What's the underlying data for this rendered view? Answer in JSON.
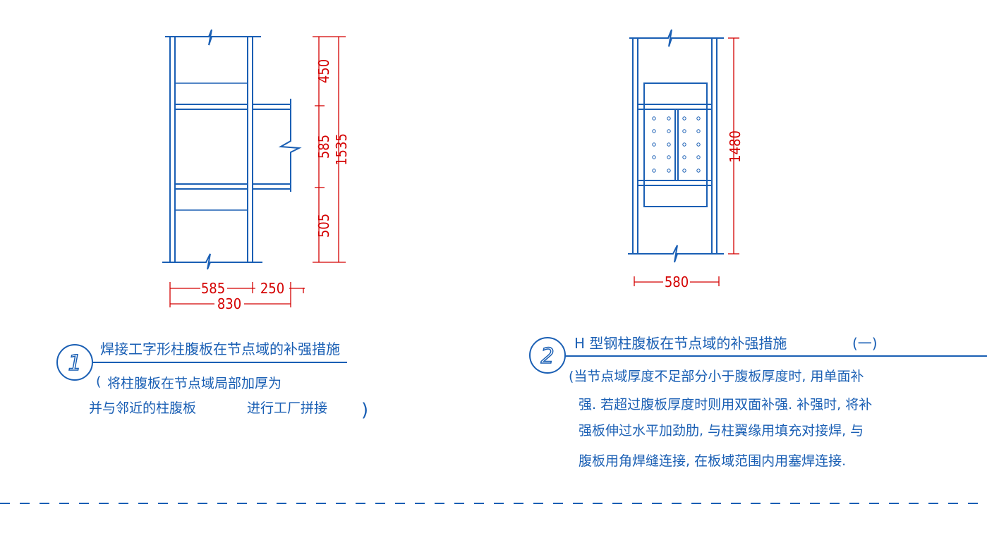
{
  "detail1": {
    "number": "1",
    "title": "焊接工字形柱腹板在节点域的补强措施",
    "note_line1": "将柱腹板在节点域局部加厚为",
    "note_line2a": "并与邻近的柱腹板",
    "note_line2b": "进行工厂拼接",
    "open_paren": "(",
    "close_paren": ")",
    "dims": {
      "v_top": "450",
      "v_mid": "585",
      "v_total": "1535",
      "v_bot": "505",
      "h_left": "585",
      "h_right": "250",
      "h_total": "830"
    }
  },
  "detail2": {
    "number": "2",
    "title": "H 型钢柱腹板在节点域的补强措施",
    "tag": "(一)",
    "note_lines": [
      "(当节点域厚度不足部分小于腹板厚度时, 用单面补",
      "强. 若超过腹板厚度时则用双面补强. 补强时, 将补",
      "强板伸过水平加劲肋, 与柱翼缘用填充对接焊, 与",
      "腹板用角焊缝连接, 在板域范围内用塞焊连接."
    ],
    "dims": {
      "v_total": "1480",
      "h_width": "580"
    }
  },
  "colors": {
    "line": "#1a5fb4",
    "dimension": "#d40000"
  }
}
